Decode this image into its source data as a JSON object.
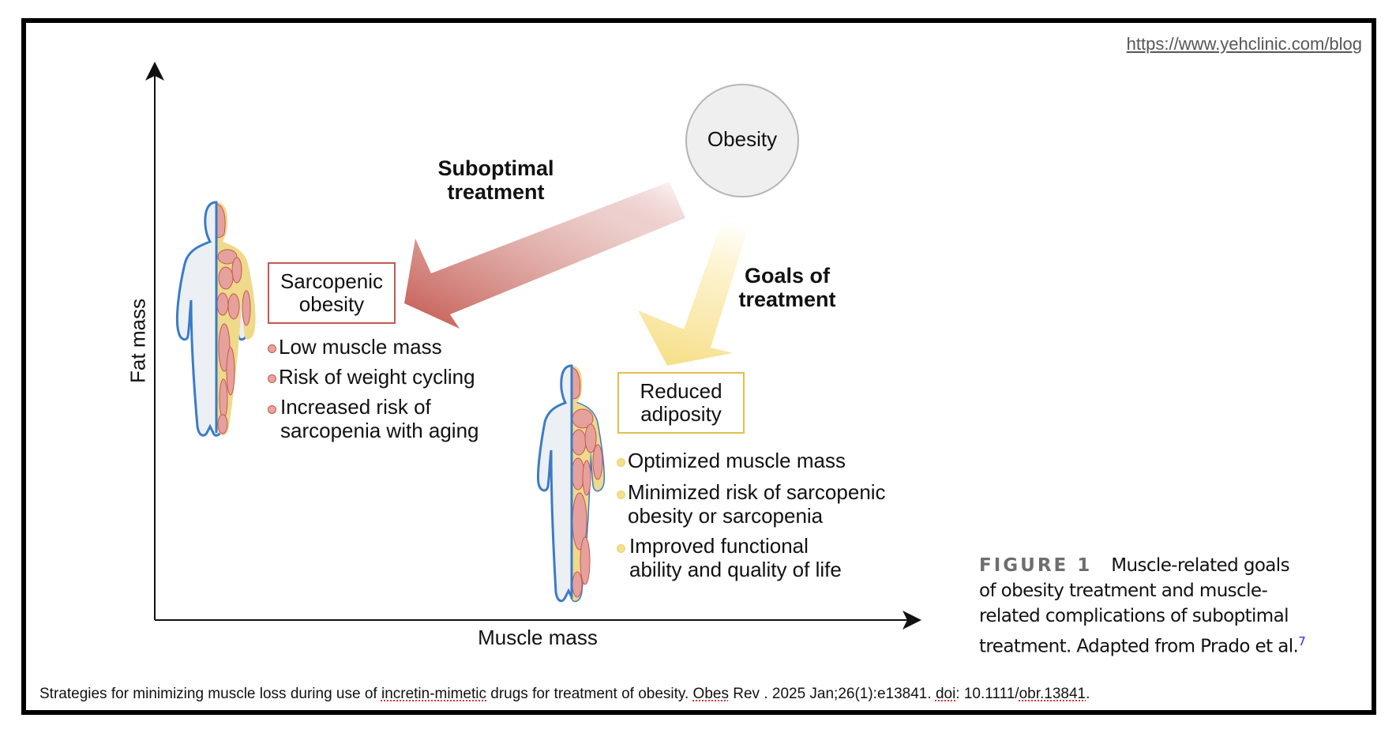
{
  "watermark_url": "https://www.yehclinic.com/blog",
  "diagram": {
    "axes": {
      "y_label": "Fat mass",
      "x_label": "Muscle mass"
    },
    "start_node": {
      "label": "Obesity"
    },
    "arrows": [
      {
        "id": "suboptimal",
        "label_line1": "Suboptimal",
        "label_line2": "treatment",
        "color": "#c4584f"
      },
      {
        "id": "goals",
        "label_line1": "Goals of",
        "label_line2": "treatment",
        "color": "#f7e08a"
      }
    ],
    "outcomes": [
      {
        "id": "sarcopenic-obesity",
        "title_line1": "Sarcopenic",
        "title_line2": "obesity",
        "border_color": "#c4584f",
        "bullets": [
          {
            "line1": "Low muscle mass"
          },
          {
            "line1": "Risk of weight cycling"
          },
          {
            "line1": "Increased risk of",
            "line2": "sarcopenia with aging"
          }
        ]
      },
      {
        "id": "reduced-adiposity",
        "title_line1": "Reduced",
        "title_line2": "adiposity",
        "border_color": "#e0c04a",
        "bullets": [
          {
            "line1": "Optimized muscle mass"
          },
          {
            "line1": "Minimized risk of sarcopenic",
            "line2": "obesity or sarcopenia"
          },
          {
            "line1": "Improved functional",
            "line2": "ability and quality of life"
          }
        ]
      }
    ]
  },
  "caption": {
    "figure_label": "FIGURE 1",
    "text": "Muscle-related goals of obesity treatment and muscle-related complications of suboptimal treatment. Adapted from Prado et al.",
    "reference_number": "7"
  },
  "citation": {
    "part1": "Strategies for minimizing muscle loss during use of ",
    "term": "incretin-mimetic",
    "part2": " drugs for treatment of obesity. ",
    "journal": "Obes",
    "part3": " Rev . 2025 Jan;26(1):e13841. ",
    "doi_label": "doi",
    "part4": ": 10.1111/",
    "doi_id": "obr.13841",
    "part5": "."
  }
}
